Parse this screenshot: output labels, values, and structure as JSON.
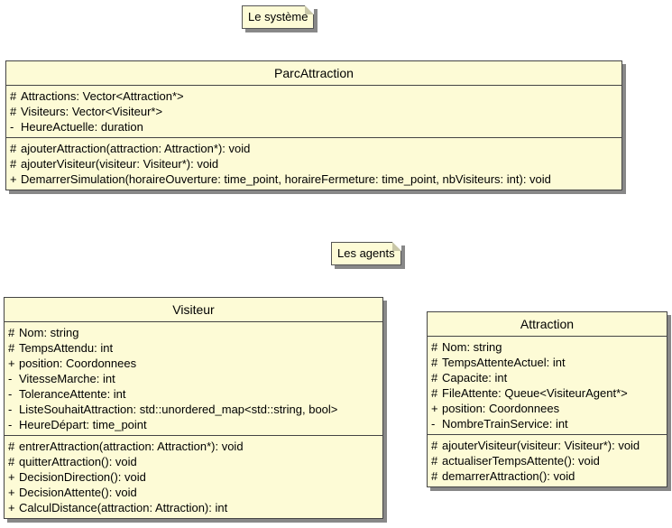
{
  "notes": [
    {
      "id": "systeme",
      "text": "Le système"
    },
    {
      "id": "agents",
      "text": "Les agents"
    }
  ],
  "classes": [
    {
      "id": "parc",
      "name": "ParcAttraction",
      "attributes": [
        {
          "vis": "#",
          "text": "Attractions: Vector<Attraction*>"
        },
        {
          "vis": "#",
          "text": "Visiteurs: Vector<Visiteur*>"
        },
        {
          "vis": "-",
          "text": "HeureActuelle: duration"
        }
      ],
      "methods": [
        {
          "vis": "#",
          "text": "ajouterAttraction(attraction: Attraction*): void"
        },
        {
          "vis": "#",
          "text": "ajouterVisiteur(visiteur: Visiteur*): void"
        },
        {
          "vis": "+",
          "text": "DemarrerSimulation(horaireOuverture: time_point, horaireFermeture: time_point, nbVisiteurs: int): void"
        }
      ]
    },
    {
      "id": "visiteur",
      "name": "Visiteur",
      "attributes": [
        {
          "vis": "#",
          "text": "Nom: string"
        },
        {
          "vis": "#",
          "text": "TempsAttendu: int"
        },
        {
          "vis": "+",
          "text": "position: Coordonnees"
        },
        {
          "vis": "-",
          "text": "VitesseMarche: int"
        },
        {
          "vis": "-",
          "text": "ToleranceAttente: int"
        },
        {
          "vis": "-",
          "text": "ListeSouhaitAttraction: std::unordered_map<std::string, bool>"
        },
        {
          "vis": "-",
          "text": "HeureDépart: time_point"
        }
      ],
      "methods": [
        {
          "vis": "#",
          "text": "entrerAttraction(attraction: Attraction*): void"
        },
        {
          "vis": "#",
          "text": "quitterAttraction(): void"
        },
        {
          "vis": "+",
          "text": "DecisionDirection(): void"
        },
        {
          "vis": "+",
          "text": "DecisionAttente(): void"
        },
        {
          "vis": "+",
          "text": "CalculDistance(attraction: Attraction): int"
        }
      ]
    },
    {
      "id": "attraction",
      "name": "Attraction",
      "attributes": [
        {
          "vis": "#",
          "text": "Nom: string"
        },
        {
          "vis": "#",
          "text": "TempsAttenteActuel: int"
        },
        {
          "vis": "#",
          "text": "Capacite: int"
        },
        {
          "vis": "#",
          "text": "FileAttente: Queue<VisiteurAgent*>"
        },
        {
          "vis": "+",
          "text": "position: Coordonnees"
        },
        {
          "vis": "-",
          "text": "NombreTrainService: int"
        }
      ],
      "methods": [
        {
          "vis": "#",
          "text": "ajouterVisiteur(visiteur: Visiteur*): void"
        },
        {
          "vis": "#",
          "text": "actualiserTempsAttente(): void"
        },
        {
          "vis": "#",
          "text": "demarrerAttraction(): void"
        }
      ]
    }
  ]
}
